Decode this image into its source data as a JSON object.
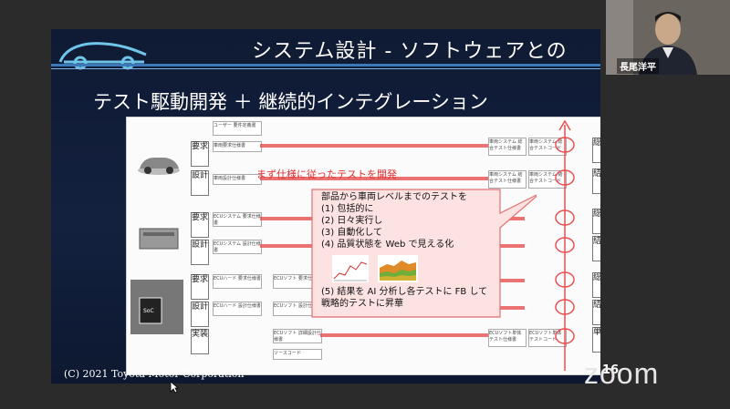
{
  "slide": {
    "title": "システム設計 - ソフトウェアとの",
    "subtitle": "テスト駆動開発 ＋ 継続的インテグレーション",
    "copyright": "(C) 2021 Toyota Motor Corporation",
    "page_number": "16"
  },
  "diagram": {
    "top_label": "まず仕様に従ったテストを開発",
    "left_labels": [
      "要求",
      "設計",
      "要求",
      "設計",
      "要求",
      "設計",
      "実装"
    ],
    "right_labels": [
      "総合",
      "結合",
      "総合",
      "結合",
      "総合",
      "結合",
      "単体"
    ],
    "left_boxes": [
      "ユーザー 要件定義書",
      "車両要求仕様書",
      "車両設計仕様書",
      "ECUシステム 要求仕様書",
      "ECUシステム 設計仕様書",
      "ECUハード 要求仕様書",
      "ECUハード 設計仕様書",
      "ECUソフト 要求仕様書",
      "ECUソフト 設計仕様書",
      "ECUソフト 詳細設計仕様書",
      "ソースコード"
    ],
    "right_boxes_left": [
      "車両システム 総合テスト仕様書",
      "車両システム 結合テスト仕様書"
    ],
    "right_boxes_right": [
      "車両システム 総合テストコード",
      "車両システム 結合テストコード"
    ],
    "bottom_boxes": [
      "ECUソフト単体 テスト仕様書",
      "ECUソフト単体 テストコード"
    ],
    "callout": {
      "lines": [
        "部品から車両レベルまでのテストを",
        "(1) 包括的に",
        "(2) 日々実行し",
        "(3) 自動化して",
        "(4) 品質状態を Web で見える化"
      ],
      "footer": [
        "(5) 結果を AI 分析し各テストに FB して",
        "戦略的テストに昇華"
      ]
    }
  },
  "video": {
    "participant_name": "長尾洋平"
  },
  "app": {
    "brand": "zoom"
  },
  "colors": {
    "slide_bg": "#13213f",
    "accent_red": "#e03030",
    "callout_fill": "#fde2e2",
    "callout_border": "#e07070"
  }
}
